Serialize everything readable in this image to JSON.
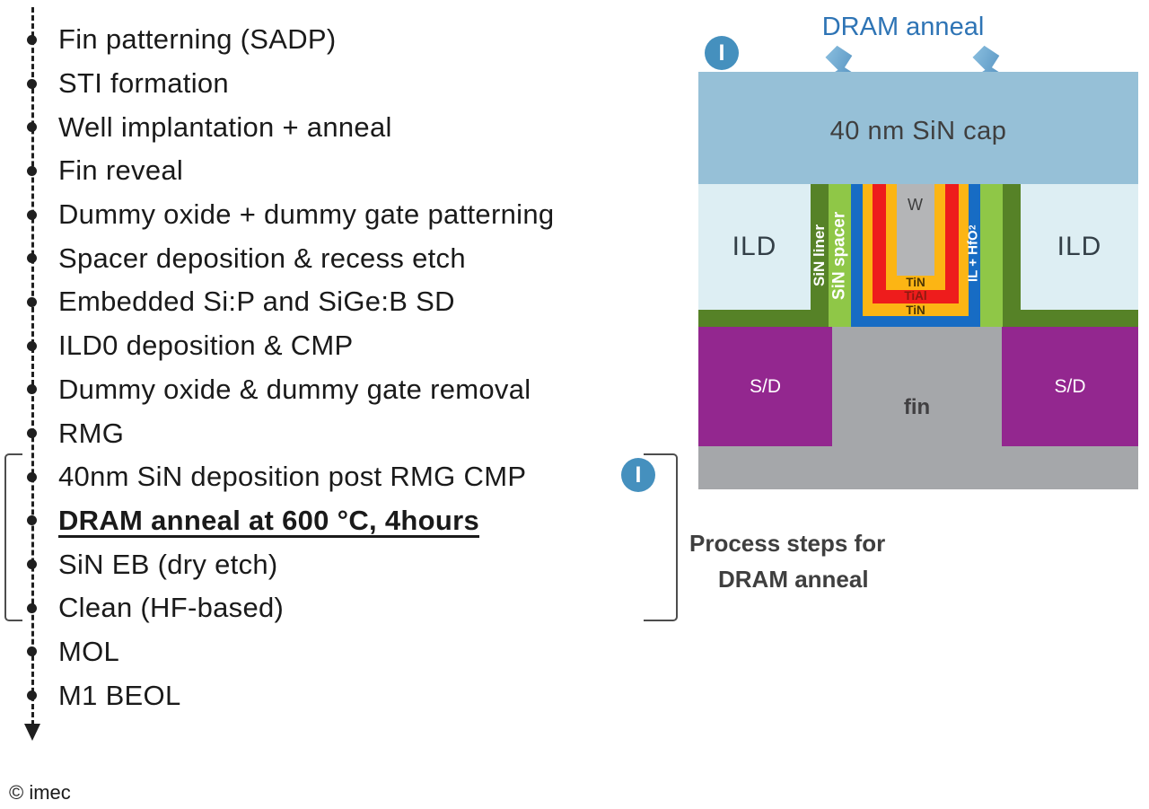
{
  "process_list": {
    "items": [
      {
        "text": "Fin patterning (SADP)"
      },
      {
        "text": "STI formation"
      },
      {
        "text": "Well implantation + anneal"
      },
      {
        "text": "Fin reveal"
      },
      {
        "text": "Dummy oxide + dummy gate patterning"
      },
      {
        "text": "Spacer deposition & recess etch"
      },
      {
        "text": "Embedded Si:P and SiGe:B SD"
      },
      {
        "text": "ILD0 deposition & CMP"
      },
      {
        "text": "Dummy oxide & dummy gate removal"
      },
      {
        "text": "RMG"
      },
      {
        "text": "40nm SiN deposition post RMG CMP"
      },
      {
        "text": "DRAM anneal at 600 °C, 4hours"
      },
      {
        "text": "SiN EB (dry etch)"
      },
      {
        "text": "Clean (HF-based)"
      },
      {
        "text": "MOL"
      },
      {
        "text": "M1 BEOL"
      }
    ],
    "badge_label": "I"
  },
  "diagram": {
    "title": "DRAM anneal",
    "badge_label": "I",
    "cap_label": "40 nm SiN cap",
    "ild_left_label": "ILD",
    "ild_right_label": "ILD",
    "sin_liner_label": "SiN liner",
    "sin_spacer_label": "SiN spacer",
    "il_hfo2_label": "IL + HfO",
    "il_hfo2_sub": "2",
    "w_label": "W",
    "tin_top_label": "TiN",
    "tial_label": "TiAl",
    "tin_bottom_label": "TiN",
    "sd_left_label": "S/D",
    "sd_right_label": "S/D",
    "fin_label": "fin"
  },
  "caption": {
    "line1": "Process steps for",
    "line2": "DRAM anneal"
  },
  "footer": {
    "copyright": "© imec"
  },
  "colors": {
    "cap": "#96c0d7",
    "ild": "#ddeef3",
    "liner_green": "#568227",
    "spacer_green": "#8fc747",
    "gate_blue": "#176cc4",
    "gold": "#fcb514",
    "red": "#ee1c1c",
    "w_gray": "#b4b5b7",
    "sd_purple": "#93278f",
    "fin_gray": "#a5a7aa",
    "badge_blue": "#4590be",
    "title_blue": "#2e74b5",
    "bolt_light": "#8cc0e0",
    "bolt_dark": "#3376ad"
  }
}
